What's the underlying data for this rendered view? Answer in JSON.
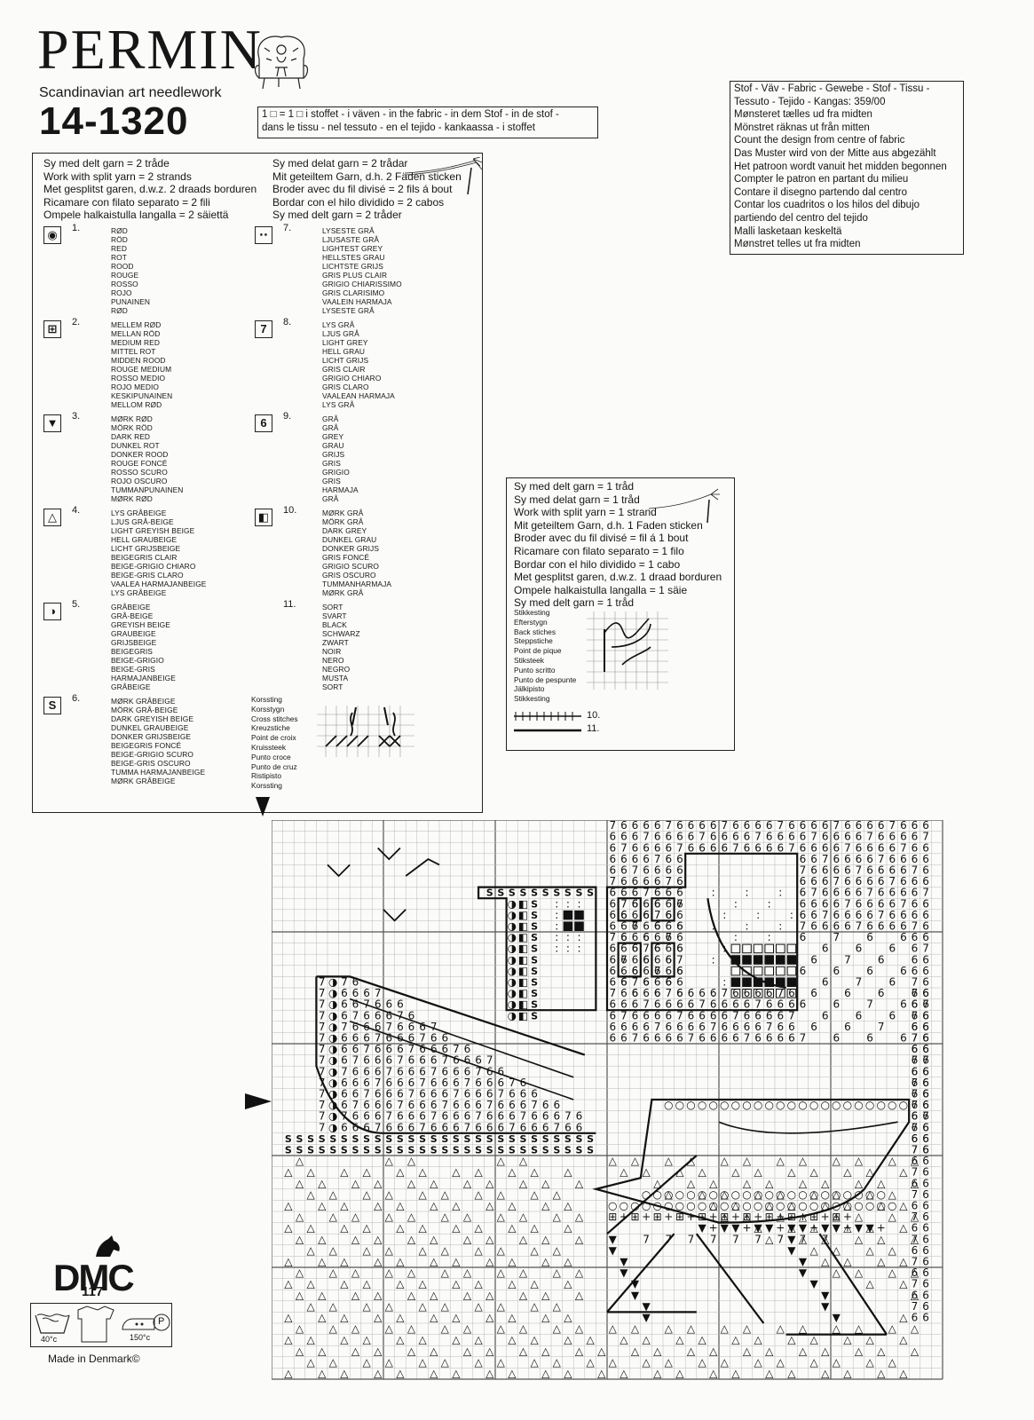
{
  "header": {
    "brand": "PERMIN",
    "tagline": "Scandinavian art needlework",
    "article_number": "14-1320"
  },
  "fabric_count": {
    "line1": "1 □ = 1 □ i stoffet - i väven - in the fabric - in dem Stof - in de stof -",
    "line2": "dans le tissu - nel tessuto - en el tejido - kankaassa - i stoffet"
  },
  "fabric_box": {
    "lines": [
      "Stof - Väv - Fabric - Gewebe - Stof - Tissu -",
      "Tessuto - Tejido - Kangas: 359/00",
      "Mønsteret tælles ud fra midten",
      "Mönstret räknas ut från mitten",
      "Count the design from centre of fabric",
      "Das Muster wird von der Mitte aus abgezählt",
      "Het patroon wordt vanuit het midden begonnen",
      "Compter le patron en partant du milieu",
      "Contare il disegno partendo dal centro",
      "Contar los cuadritos o los hilos del dibujo",
      "partiendo del centro del tejido",
      "Malli lasketaan keskeltä",
      "Mønstret telles ut fra midten"
    ]
  },
  "legend": {
    "header_left": [
      "Sy med delt garn = 2 tråde",
      "Work with split yarn = 2 strands",
      "Met gesplitst garen, d.w.z. 2 draads borduren",
      "Ricamare con filato separato = 2 fili",
      "Ompele halkaistulla langalla = 2 säiettä"
    ],
    "header_right": [
      "Sy med delat garn = 2 trådar",
      "Mit geteiltem Garn, d.h. 2 Fäden sticken",
      "Broder avec du fil divisé = 2 fils á bout",
      "Bordar con el hilo dividido = 2 cabos",
      "Sy med delt garn = 2 tråder"
    ],
    "colors": [
      {
        "num": "1.",
        "symbol": "◉",
        "names": [
          "RØD",
          "RÖD",
          "RED",
          "ROT",
          "ROOD",
          "ROUGE",
          "ROSSO",
          "ROJO",
          "PUNAINEN",
          "RØD"
        ]
      },
      {
        "num": "2.",
        "symbol": "⊞",
        "names": [
          "MELLEM RØD",
          "MELLAN RÖD",
          "MEDIUM RED",
          "MITTEL ROT",
          "MIDDEN ROOD",
          "ROUGE MEDIUM",
          "ROSSO MEDIO",
          "ROJO MEDIO",
          "KESKIPUNAINEN",
          "MELLOM RØD"
        ]
      },
      {
        "num": "3.",
        "symbol": "▼",
        "names": [
          "MØRK RØD",
          "MÖRK RÖD",
          "DARK RED",
          "DUNKEL ROT",
          "DONKER ROOD",
          "ROUGE FONCÉ",
          "ROSSO SCURO",
          "ROJO OSCURO",
          "TUMMANPUNAINEN",
          "MØRK RØD"
        ]
      },
      {
        "num": "4.",
        "symbol": "△",
        "names": [
          "LYS GRÅBEIGE",
          "LJUS GRÅ-BEIGE",
          "LIGHT GREYISH BEIGE",
          "HELL GRAUBEIGE",
          "LICHT GRIJSBEIGE",
          "BEIGEGRIS CLAIR",
          "BEIGE-GRIGIO CHIARO",
          "BEIGE-GRIS CLARO",
          "VAALEA HARMAJANBEIGE",
          "LYS GRÅBEIGE"
        ]
      },
      {
        "num": "5.",
        "symbol": "◑",
        "names": [
          "GRÅBEIGE",
          "GRÅ-BEIGE",
          "GREYISH BEIGE",
          "GRAUBEIGE",
          "GRIJSBEIGE",
          "BEIGEGRIS",
          "BEIGE-GRIGIO",
          "BEIGE-GRIS",
          "HARMAJANBEIGE",
          "GRÅBEIGE"
        ]
      },
      {
        "num": "6.",
        "symbol": "S",
        "names": [
          "MØRK GRÅBEIGE",
          "MÖRK GRÅ-BEIGE",
          "DARK GREYISH BEIGE",
          "DUNKEL GRAUBEIGE",
          "DONKER GRIJSBEIGE",
          "BEIGEGRIS FONCÉ",
          "BEIGE-GRIGIO SCURO",
          "BEIGE-GRIS OSCURO",
          "TUMMA HARMAJANBEIGE",
          "MØRK GRÅBEIGE"
        ]
      },
      {
        "num": "7.",
        "symbol": "⋅⋅",
        "names": [
          "LYSESTE GRÅ",
          "LJUSASTE GRÅ",
          "LIGHTEST GREY",
          "HELLSTES GRAU",
          "LICHTSTE GRIJS",
          "GRIS PLUS CLAIR",
          "GRIGIO CHIARISSIMO",
          "GRIS CLARISIMO",
          "VAALEIN HARMAJA",
          "LYSESTE GRÅ"
        ]
      },
      {
        "num": "8.",
        "symbol": "7",
        "names": [
          "LYS GRÅ",
          "LJUS GRÅ",
          "LIGHT GREY",
          "HELL GRAU",
          "LICHT GRIJS",
          "GRIS CLAIR",
          "GRIGIO CHIARO",
          "GRIS CLARO",
          "VAALEAN HARMAJA",
          "LYS GRÅ"
        ]
      },
      {
        "num": "9.",
        "symbol": "6",
        "names": [
          "GRÅ",
          "GRÅ",
          "GREY",
          "GRAU",
          "GRIJS",
          "GRIS",
          "GRIGIO",
          "GRIS",
          "HARMAJA",
          "GRÅ"
        ]
      },
      {
        "num": "10.",
        "symbol": "◧",
        "names": [
          "MØRK GRÅ",
          "MÖRK GRÅ",
          "DARK GREY",
          "DUNKEL GRAU",
          "DONKER GRIJS",
          "GRIS FONCÉ",
          "GRIGIO SCURO",
          "GRIS OSCURO",
          "TUMMANHARMAJA",
          "MØRK GRÅ"
        ]
      },
      {
        "num": "11.",
        "symbol": "",
        "names": [
          "SORT",
          "SVART",
          "BLACK",
          "SCHWARZ",
          "ZWART",
          "NOIR",
          "NERO",
          "NEGRO",
          "MUSTA",
          "SORT"
        ]
      }
    ],
    "cross_stitch_terms": [
      "Korssting",
      "Korsstygn",
      "Cross stitches",
      "Kreuzstiche",
      "Point de croix",
      "Kruissteek",
      "Punto croce",
      "Punto de cruz",
      "Ristipisto",
      "Korssting"
    ]
  },
  "backstitch": {
    "lines": [
      "Sy med delt garn = 1 tråd",
      "Sy med delat garn = 1 tråd",
      "Work with split yarn = 1 strand",
      "Mit geteiltem Garn, d.h. 1 Faden sticken",
      "Broder avec du fil divisé = fil á 1 bout",
      "Ricamare con filato separato = 1 filo",
      "Bordar con el hilo dividido = 1 cabo",
      "Met gesplitst garen, d.w.z. 1 draad borduren",
      "Ompele halkaistulla langalla = 1 säie",
      "Sy med delt garn = 1 tråd"
    ],
    "terms": [
      "Stikkesting",
      "Efterstygn",
      "Back stiches",
      "Steppstiche",
      "Point de pique",
      "Stiksteek",
      "Punto scritto",
      "Punto de pespunte",
      "Jälkipisto",
      "Stikkesting"
    ],
    "key_10": "10.",
    "key_11": "11."
  },
  "footer": {
    "dmc": "DMC",
    "dmc_number": "117",
    "wash_temp": "40°c",
    "iron_temp": "150°c",
    "dryclean": "P",
    "made_in": "Made in Denmark©"
  },
  "colors": {
    "ink": "#161616",
    "paper": "#fbfbf9",
    "grid": "#b9b9b9"
  }
}
